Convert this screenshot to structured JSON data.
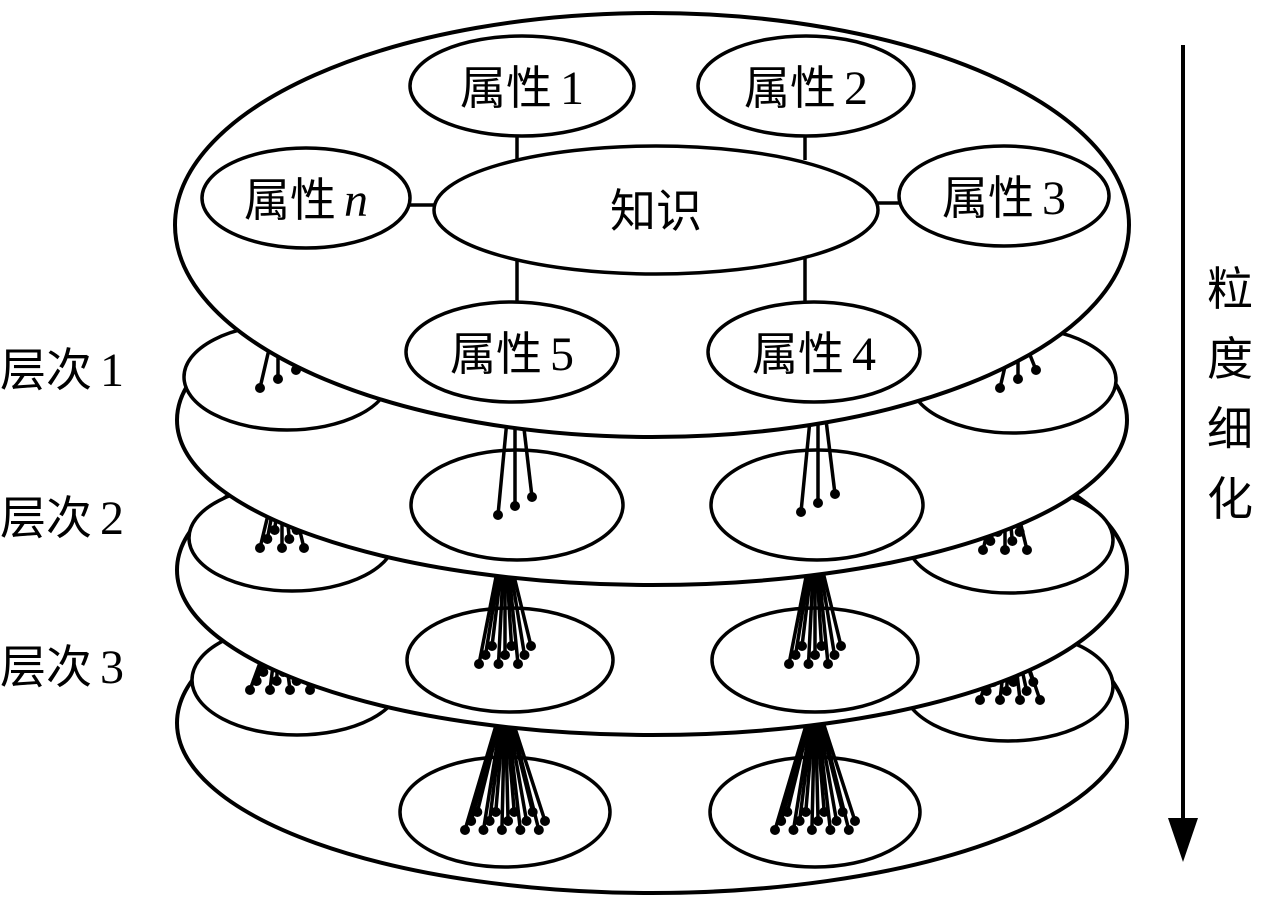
{
  "knowledge": "知识",
  "attributes": [
    {
      "word": "属性",
      "idx": "1",
      "italic": false
    },
    {
      "word": "属性",
      "idx": "2",
      "italic": false
    },
    {
      "word": "属性",
      "idx": "3",
      "italic": false
    },
    {
      "word": "属性",
      "idx": "4",
      "italic": false
    },
    {
      "word": "属性",
      "idx": "5",
      "italic": false
    },
    {
      "word": "属性",
      "idx": "n",
      "italic": true
    }
  ],
  "levels": [
    {
      "word": "层次",
      "idx": "1"
    },
    {
      "word": "层次",
      "idx": "2"
    },
    {
      "word": "层次",
      "idx": "3"
    }
  ],
  "granularity": [
    "粒",
    "度",
    "细",
    "化"
  ]
}
